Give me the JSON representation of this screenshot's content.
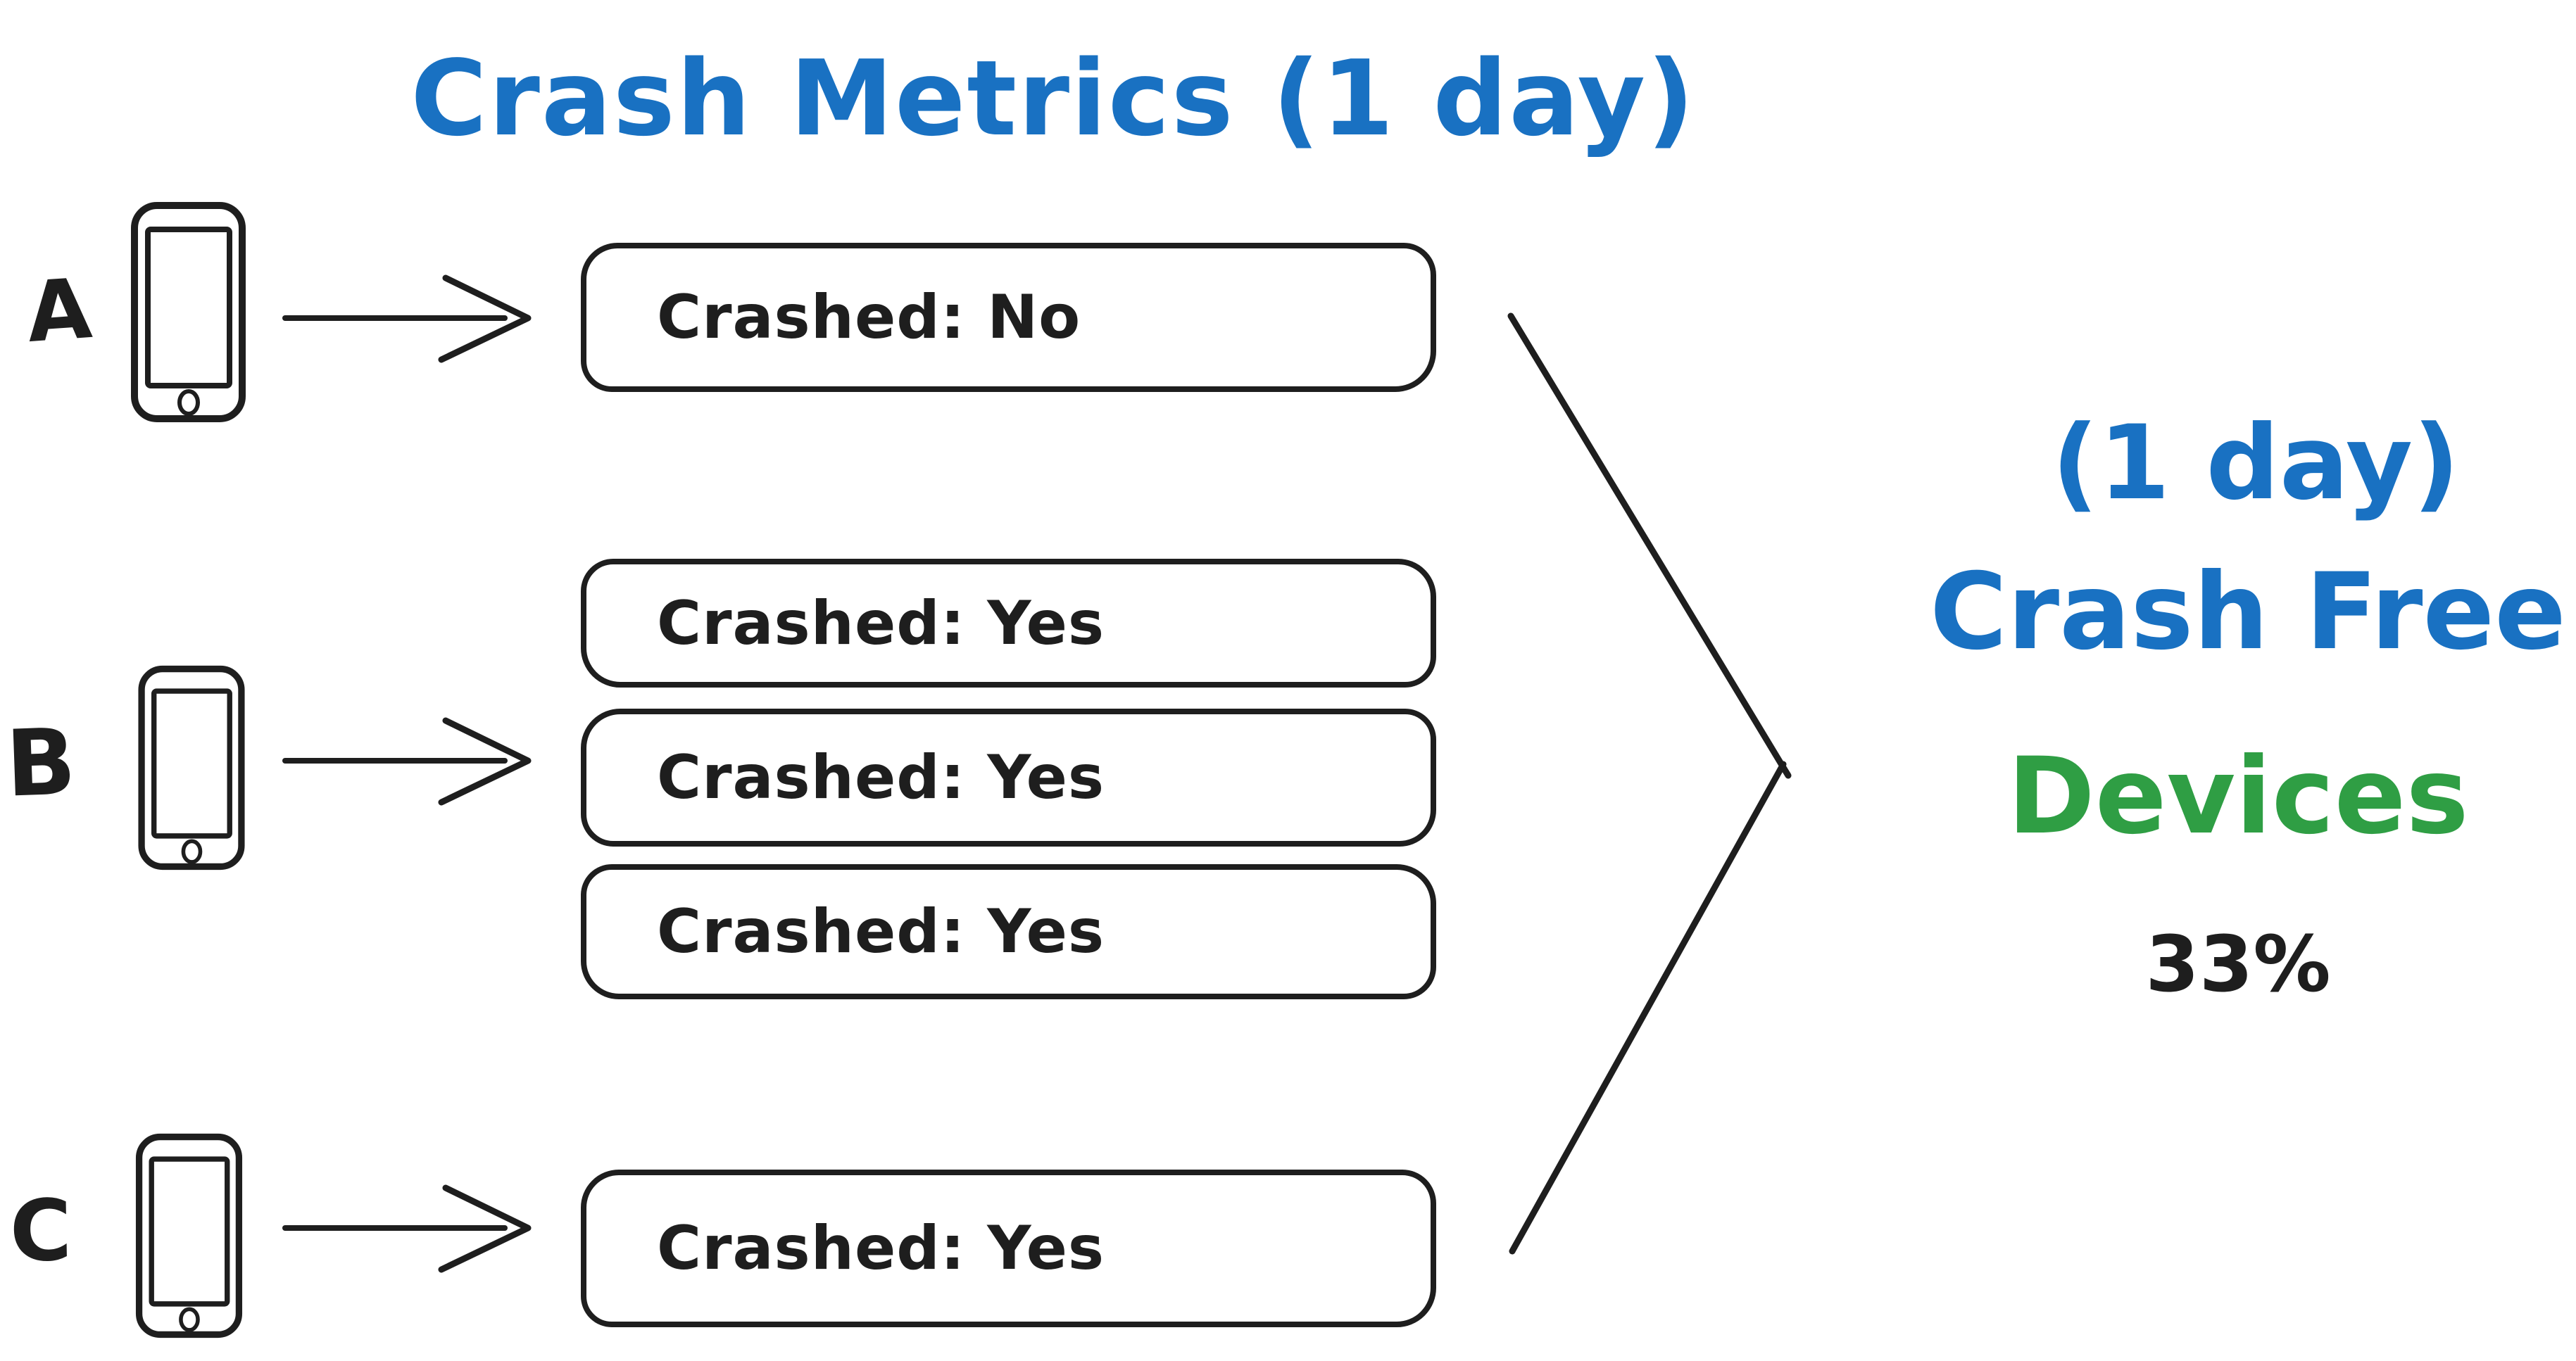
{
  "title": "Crash Metrics (1 day)",
  "devices": [
    {
      "label": "A",
      "sessions": [
        "Crashed: No"
      ]
    },
    {
      "label": "B",
      "sessions": [
        "Crashed: Yes",
        "Crashed: Yes",
        "Crashed: Yes"
      ]
    },
    {
      "label": "C",
      "sessions": [
        "Crashed: Yes"
      ]
    }
  ],
  "result": {
    "period": "(1 day)",
    "metric": "Crash Free",
    "subject": "Devices",
    "value": "33%"
  },
  "icons": {
    "device": "smartphone-icon",
    "flow": "arrow-right-icon",
    "aggregate": "chevron-right-icon"
  },
  "colors": {
    "accent_blue": "#1971c2",
    "accent_green": "#2f9e44",
    "ink": "#1e1e1e",
    "background": "#ffffff"
  }
}
